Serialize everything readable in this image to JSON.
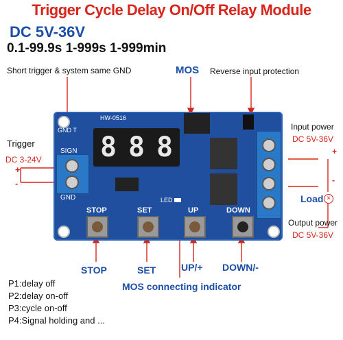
{
  "title": "Trigger Cycle Delay On/Off Relay Module",
  "voltage": "DC 5V-36V",
  "ranges": "0.1-99.9s  1-999s  1-999min",
  "labels": {
    "short_trigger": "Short trigger &  system same GND",
    "mos": "MOS",
    "reverse_protection": "Reverse input protection",
    "trigger": "Trigger",
    "trigger_voltage": "DC 3-24V",
    "input_power": "Input power",
    "input_voltage": "DC 5V-36V",
    "load": "Load",
    "output_power": "Output power",
    "output_voltage": "DC 5V-36V",
    "stop": "STOP",
    "set": "SET",
    "up": "UP/+",
    "down": "DOWN/-",
    "mos_indicator": "MOS connecting indicator"
  },
  "display_value": [
    "8",
    "8",
    "8"
  ],
  "board": {
    "model": "HW-0516",
    "sign": "SIGN",
    "gnd": "GND",
    "gnd_t": "GND  T",
    "button_labels": [
      "STOP",
      "SET",
      "UP",
      "DOWN"
    ],
    "led": "LED"
  },
  "modes": [
    "P1:delay off",
    "P2:delay on-off",
    "P3:cycle on-off",
    "P4:Signal holding and ..."
  ],
  "colors": {
    "title_red": "#d8261c",
    "accent_blue": "#1c4fa8",
    "board_blue": "#1f4f9e"
  }
}
